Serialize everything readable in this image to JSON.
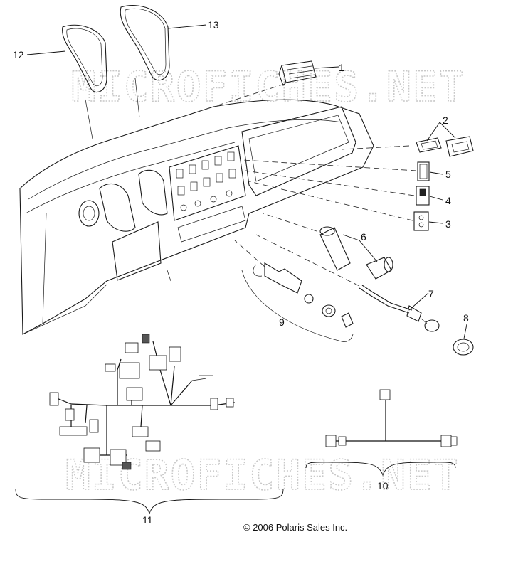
{
  "watermark": {
    "text": "MICROFICHES.NET"
  },
  "callouts": [
    {
      "id": "1",
      "label": "1"
    },
    {
      "id": "2",
      "label": "2"
    },
    {
      "id": "3",
      "label": "3"
    },
    {
      "id": "4",
      "label": "4"
    },
    {
      "id": "5",
      "label": "5"
    },
    {
      "id": "6",
      "label": "6"
    },
    {
      "id": "7",
      "label": "7"
    },
    {
      "id": "8",
      "label": "8"
    },
    {
      "id": "9",
      "label": "9"
    },
    {
      "id": "10",
      "label": "10"
    },
    {
      "id": "11",
      "label": "11"
    },
    {
      "id": "12",
      "label": "12"
    },
    {
      "id": "13",
      "label": "13"
    }
  ],
  "copyright": "© 2006 Polaris Sales Inc.",
  "colors": {
    "line": "#1a1a1a",
    "watermark": "#c8c8c8",
    "background": "#ffffff"
  }
}
